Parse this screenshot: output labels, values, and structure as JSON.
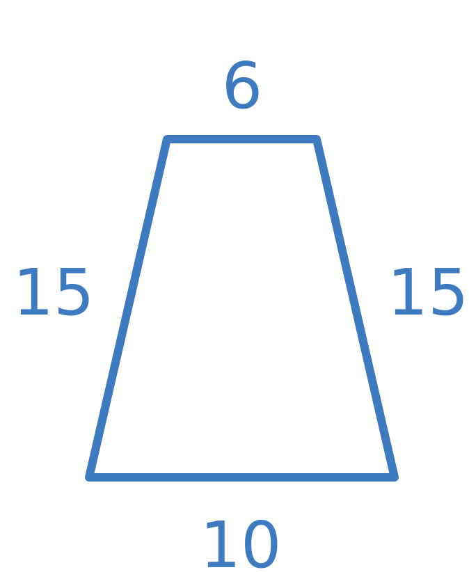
{
  "diagram": {
    "shape": "isosceles-trapezoid",
    "stroke_color": "#3D7ABF",
    "fill_color": "#FFFFFF",
    "label_color": "#3D7ABF",
    "labels": {
      "top": "6",
      "left": "15",
      "right": "15",
      "bottom": "10"
    }
  }
}
